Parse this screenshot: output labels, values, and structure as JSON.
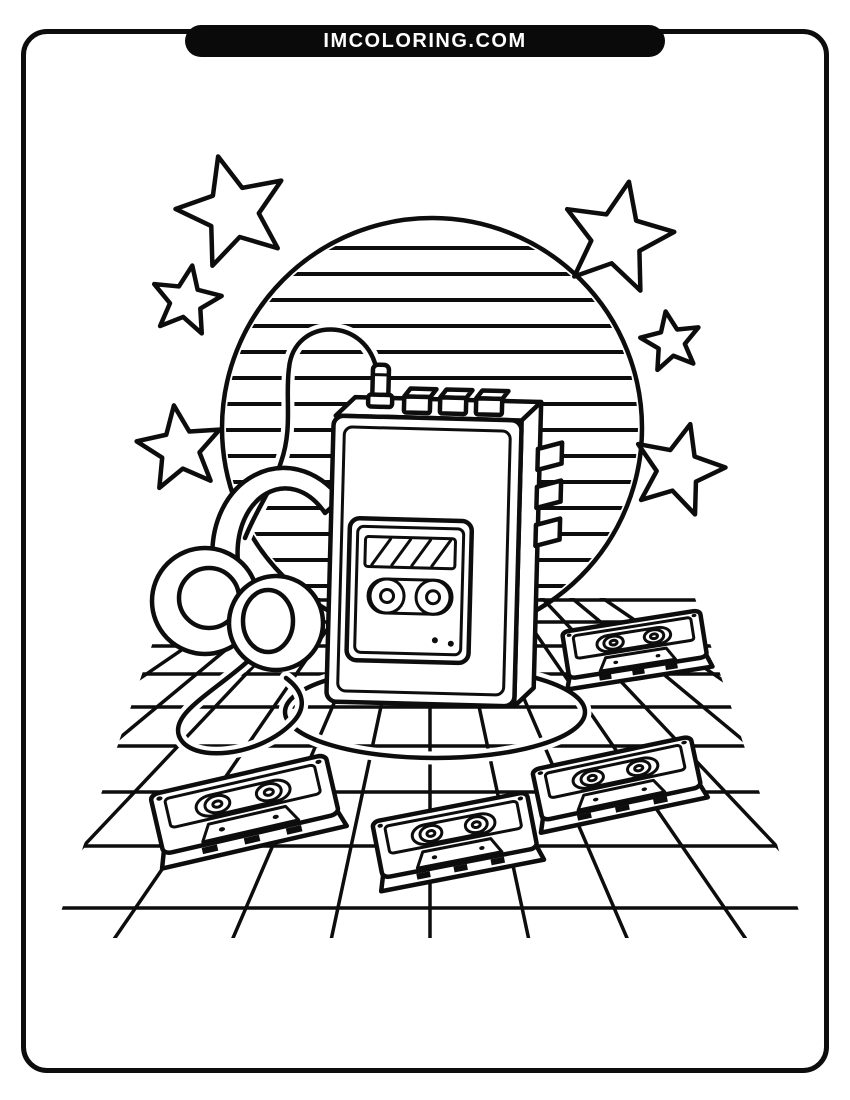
{
  "page": {
    "banner": {
      "text": "IMCOLORING.COM"
    },
    "colors": {
      "line": "#0d0d0d",
      "paper": "#ffffff",
      "banner_background": "#0a0a0a",
      "banner_text": "#ffffff"
    }
  },
  "illustration": {
    "subject": "Retro walkman cassette player with headphones coloring page",
    "elements": [
      "walkman-cassette-player",
      "headphones",
      "cassette-tape x4",
      "star x6",
      "striped-sun-circle",
      "perspective-floor-grid",
      "headphone-cable-loops"
    ]
  }
}
